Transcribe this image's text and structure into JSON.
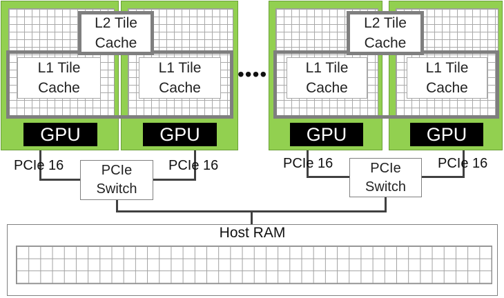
{
  "gpu_label": "GPU",
  "l1_cache": {
    "line1": "L1 Tile",
    "line2": "Cache"
  },
  "l2_cache": {
    "line1": "L2 Tile",
    "line2": "Cache"
  },
  "switch": {
    "line1": "PCIe",
    "line2": "Switch"
  },
  "pcie_link_label": "PCIe 16",
  "ellipsis": "••••",
  "host_ram_label": "Host RAM",
  "colors": {
    "gpu_board": "#92d050",
    "gpu_label_bg": "#000000",
    "cache_border": "#7f7f7f",
    "wire": "#404040"
  }
}
